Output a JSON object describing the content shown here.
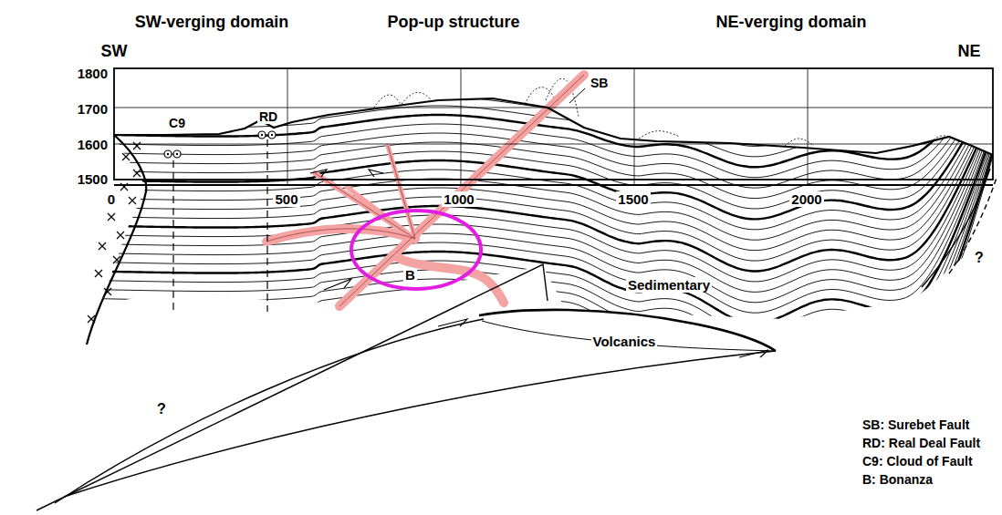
{
  "diagram": {
    "nodes": [
      {
        "text": [
          "B"
        ]
      }
    ],
    "labels": [
      "SW-verging domain",
      "Pop-up structure",
      "NE-verging domain",
      "SW",
      "NE",
      "1800",
      "1700",
      "1600",
      "1500",
      "0",
      "500",
      "1000",
      "1500",
      "2000",
      "C9",
      "RD",
      "SB",
      "Sedimentary",
      "Volcanics",
      "?",
      "?",
      "SB: Surebet Fault",
      "RD: Real Deal Fault",
      "C9: Cloud of Fault",
      "B: Bonanza"
    ]
  }
}
